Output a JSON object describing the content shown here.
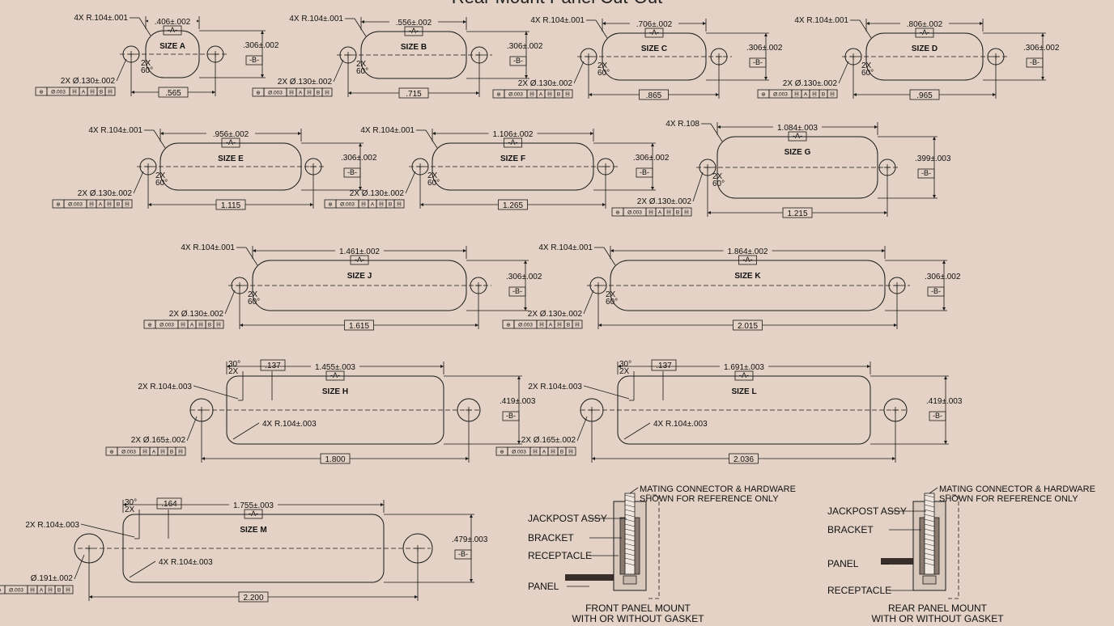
{
  "title": "Rear Mount Panel Cut-Out",
  "datum_a": "-A-",
  "datum_b": "-B-",
  "fcf": {
    "symbol": "⊕",
    "dia": "Ø.003",
    "m": "Ⓜ",
    "a": "A",
    "b": "B"
  },
  "chart_data": {
    "type": "diagram",
    "cutouts": [
      {
        "id": "a",
        "size": "SIZE A",
        "shell": ".406±.002",
        "pitch": ".565",
        "height": ".306±.002",
        "corner": "4X R.104±.001",
        "hole": "2X Ø.130±.002",
        "angle": "60°",
        "angle_count": "2X"
      },
      {
        "id": "b",
        "size": "SIZE B",
        "shell": ".556±.002",
        "pitch": ".715",
        "height": ".306±.002",
        "corner": "4X R.104±.001",
        "hole": "2X Ø.130±.002",
        "angle": "60°",
        "angle_count": "2X"
      },
      {
        "id": "c",
        "size": "SIZE C",
        "shell": ".706±.002",
        "pitch": ".865",
        "height": ".306±.002",
        "corner": "4X R.104±.001",
        "hole": "2X Ø.130±.002",
        "angle": "60°",
        "angle_count": "2X"
      },
      {
        "id": "d",
        "size": "SIZE D",
        "shell": ".806±.002",
        "pitch": ".965",
        "height": ".306±.002",
        "corner": "4X R.104±.001",
        "hole": "2X Ø.130±.002",
        "angle": "60°",
        "angle_count": "2X"
      },
      {
        "id": "e",
        "size": "SIZE E",
        "shell": ".956±.002",
        "pitch": "1.115",
        "height": ".306±.002",
        "corner": "4X R.104±.001",
        "hole": "2X Ø.130±.002",
        "angle": "60°",
        "angle_count": "2X"
      },
      {
        "id": "f",
        "size": "SIZE F",
        "shell": "1.106±.002",
        "pitch": "1.265",
        "height": ".306±.002",
        "corner": "4X R.104±.001",
        "hole": "2X Ø.130±.002",
        "angle": "60°",
        "angle_count": "2X"
      },
      {
        "id": "g",
        "size": "SIZE G",
        "shell": "1.084±.003",
        "pitch": "1.215",
        "height": ".399±.003",
        "corner": "4X R.108",
        "hole": "2X Ø.130±.002",
        "angle": "60°",
        "angle_count": "2X"
      },
      {
        "id": "j",
        "size": "SIZE J",
        "shell": "1.461±.002",
        "pitch": "1.615",
        "height": ".306±.002",
        "corner": "4X R.104±.001",
        "hole": "2X Ø.130±.002",
        "angle": "60°",
        "angle_count": "2X"
      },
      {
        "id": "k",
        "size": "SIZE K",
        "shell": "1.864±.002",
        "pitch": "2.015",
        "height": ".306±.002",
        "corner": "4X R.104±.001",
        "hole": "2X Ø.130±.002",
        "angle": "60°",
        "angle_count": "2X"
      },
      {
        "id": "h",
        "size": "SIZE H",
        "shell": "1.455±.003",
        "pitch": "1.800",
        "height": ".419±.003",
        "corner_top": "2X R.104±.003",
        "corner_bottom": "4X R.104±.003",
        "hole": "2X Ø.165±.002",
        "angle": "30°",
        "angle_count": "2X",
        "offset": ".137"
      },
      {
        "id": "l",
        "size": "SIZE L",
        "shell": "1.691±.003",
        "pitch": "2.036",
        "height": ".419±.003",
        "corner_top": "2X R.104±.003",
        "corner_bottom": "4X R.104±.003",
        "hole": "2X Ø.165±.002",
        "angle": "30°",
        "angle_count": "2X",
        "offset": ".137"
      },
      {
        "id": "m",
        "size": "SIZE M",
        "shell": "1.755±.003",
        "pitch": "2.200",
        "height": ".479±.003",
        "corner_top": "2X R.104±.003",
        "corner_bottom": "4X R.104±.003",
        "hole": "Ø.191±.002",
        "angle": "30°",
        "angle_count": "2X",
        "offset": ".164"
      }
    ]
  },
  "mount_front": {
    "note1": "MATING CONNECTOR & HARDWARE",
    "note2": "SHOWN FOR REFERENCE ONLY",
    "jackpost": "JACKPOST ASSY",
    "bracket": "BRACKET",
    "receptacle": "RECEPTACLE",
    "panel": "PANEL",
    "caption1": "FRONT PANEL MOUNT",
    "caption2": "WITH OR WITHOUT GASKET"
  },
  "mount_rear": {
    "note1": "MATING CONNECTOR & HARDWARE",
    "note2": "SHOWN FOR REFERENCE ONLY",
    "jackpost": "JACKPOST ASSY",
    "bracket": "BRACKET",
    "panel": "PANEL",
    "receptacle": "RECEPTACLE",
    "caption1": "REAR PANEL MOUNT",
    "caption2": "WITH OR WITHOUT GASKET"
  }
}
